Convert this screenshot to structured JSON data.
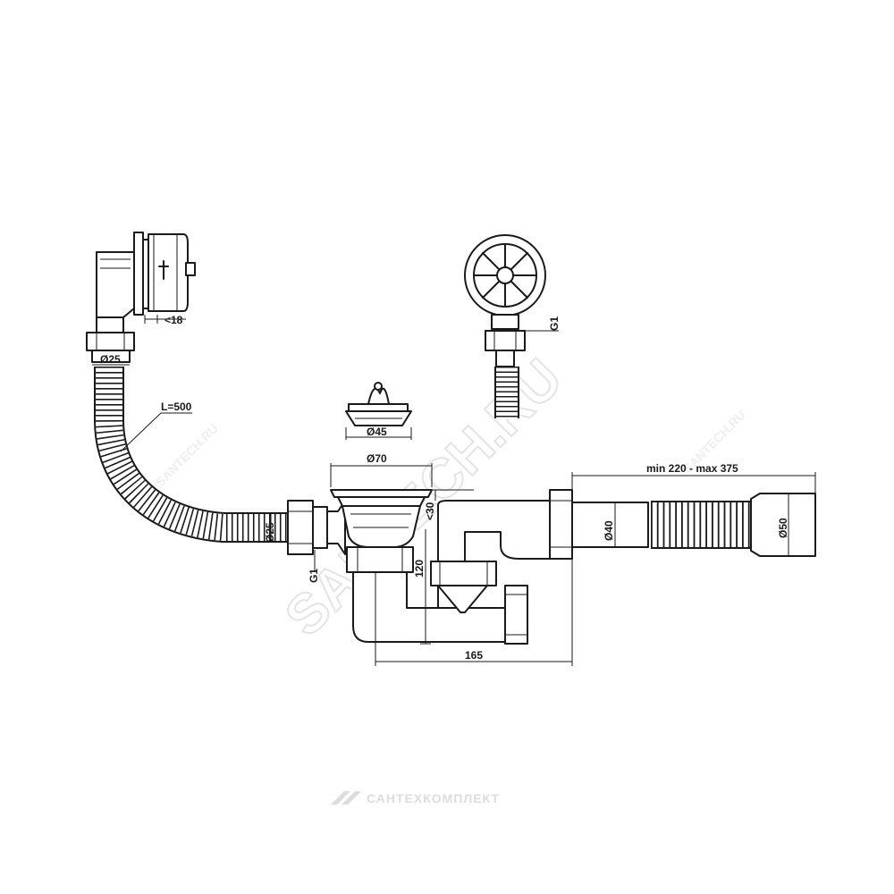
{
  "dimensions": {
    "overflow_depth": "<18",
    "overflow_pipe_diameter": "Ø25",
    "hose_length": "L=500",
    "thread_top": "G1",
    "plug_diameter": "Ø45",
    "drain_diameter": "Ø70",
    "drain_height": "<30",
    "inlet_diameter": "Ø25",
    "thread_side": "G1",
    "height": "120",
    "width": "165",
    "extension_range": "min 220 - max 375",
    "outlet_diameter_40": "Ø40",
    "outlet_diameter_50": "Ø50"
  },
  "watermark": {
    "main": "SANTECH.RU",
    "small": "SANTECH.RU"
  },
  "footer": {
    "brand": "САНТЕХКОМПЛЕКТ"
  }
}
